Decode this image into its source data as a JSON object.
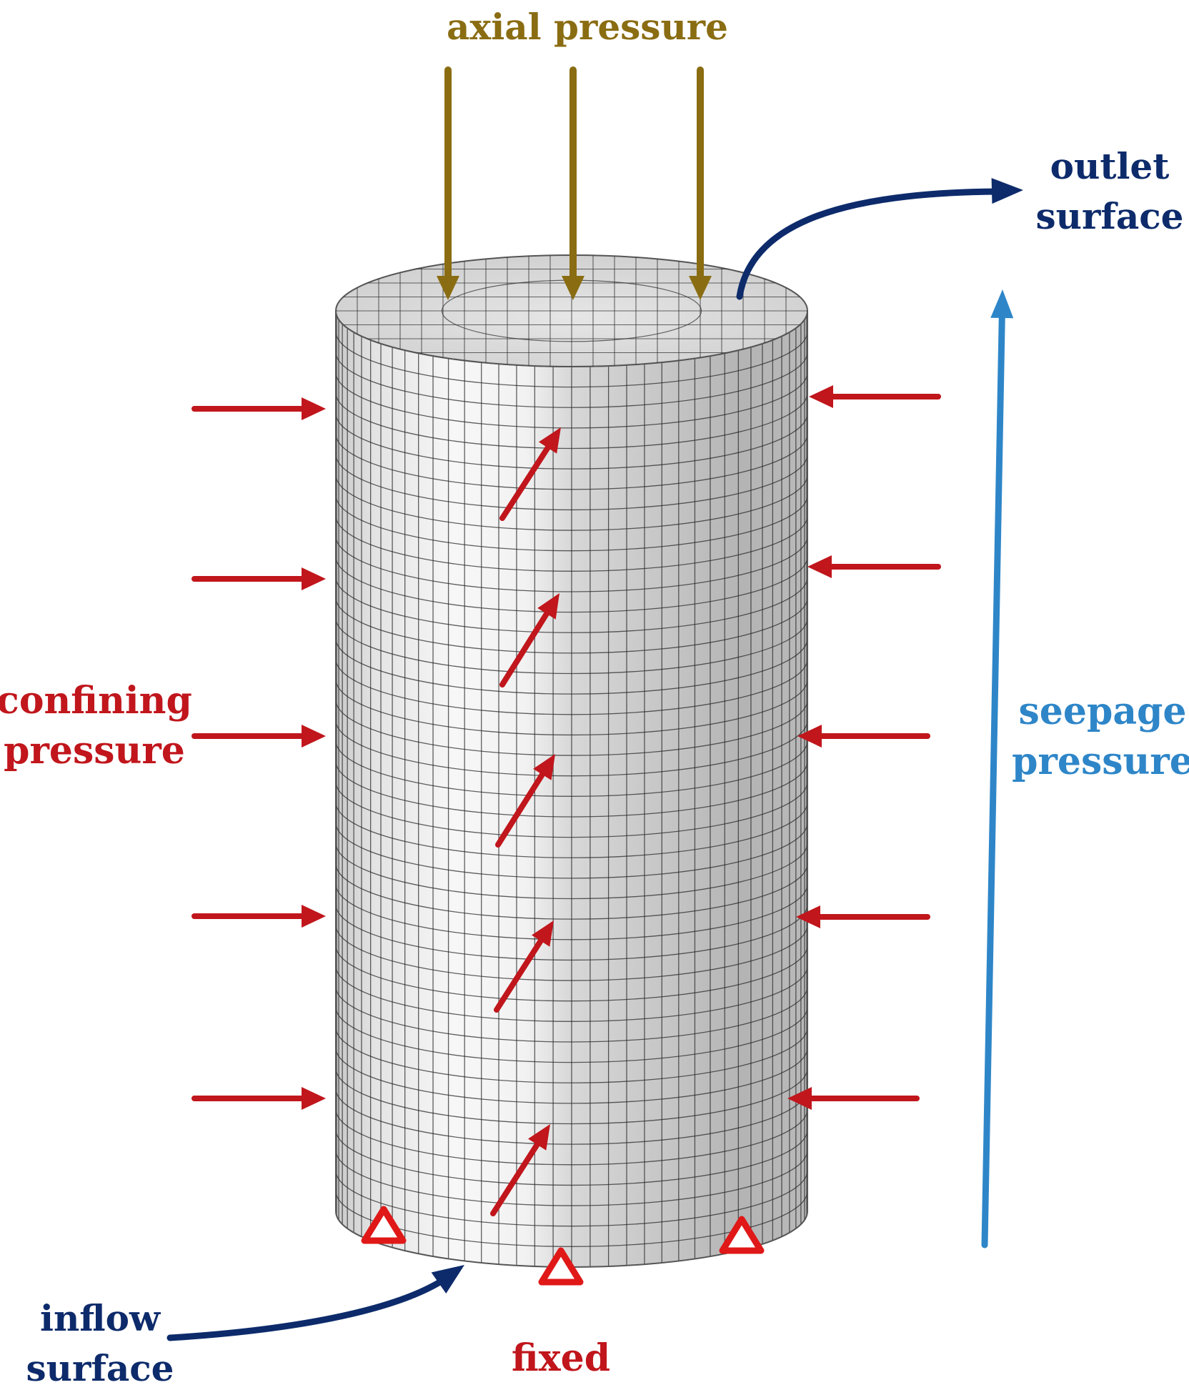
{
  "labels": {
    "axial": "axial pressure",
    "outlet_line1": "outlet",
    "outlet_line2": "surface",
    "confining_line1": "confining",
    "confining_line2": "pressure",
    "seepage_line1": "seepage",
    "seepage_line2": "pressure",
    "inflow_line1": "inflow",
    "inflow_line2": "surface",
    "fixed": "fixed"
  },
  "colors": {
    "axial": "#8a6d12",
    "outlet": "#0d2b6b",
    "inflow": "#0d2b6b",
    "confining": "#c0161c",
    "seepage": "#2e86c8",
    "fixed": "#e01818",
    "mesh_line": "#2b2b2b",
    "face_light": "#f4f4f4",
    "face_dark": "#a8a8a8"
  },
  "icons": {
    "load_arrow": "arrow-icon",
    "support": "triangle-support-icon"
  }
}
